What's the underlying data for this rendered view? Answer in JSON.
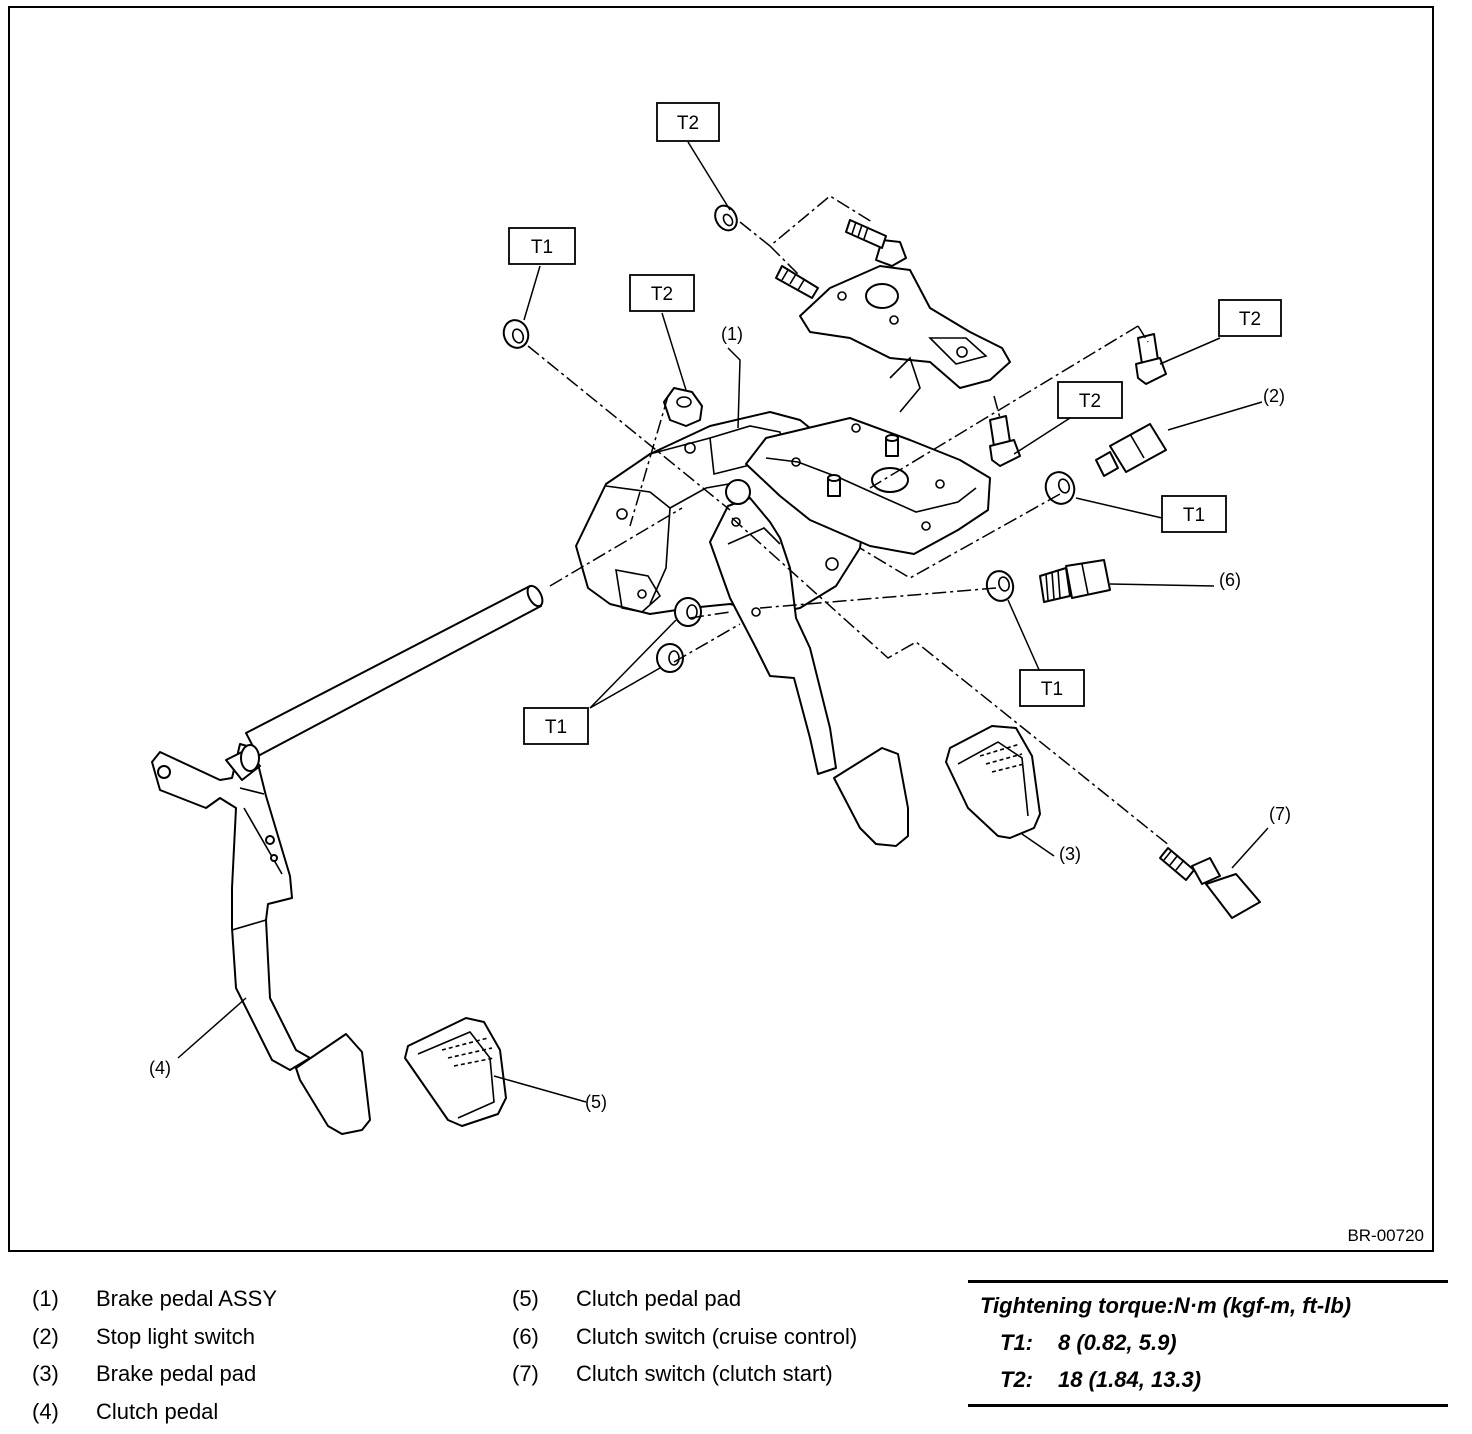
{
  "figure": {
    "id": "BR-00720",
    "callouts": [
      "(1)",
      "(2)",
      "(3)",
      "(4)",
      "(5)",
      "(6)",
      "(7)"
    ],
    "torque_boxes": [
      "T1",
      "T2"
    ]
  },
  "legend": [
    {
      "num": "(1)",
      "text": "Brake pedal ASSY"
    },
    {
      "num": "(2)",
      "text": "Stop light switch"
    },
    {
      "num": "(3)",
      "text": "Brake pedal pad"
    },
    {
      "num": "(4)",
      "text": "Clutch pedal"
    },
    {
      "num": "(5)",
      "text": "Clutch pedal pad"
    },
    {
      "num": "(6)",
      "text": "Clutch switch (cruise control)"
    },
    {
      "num": "(7)",
      "text": "Clutch switch (clutch start)"
    }
  ],
  "torque": {
    "title": "Tightening torque:N·m (kgf-m, ft-lb)",
    "rows": [
      {
        "key": "T1:",
        "value": "8 (0.82, 5.9)"
      },
      {
        "key": "T2:",
        "value": "18 (1.84, 13.3)"
      }
    ]
  }
}
